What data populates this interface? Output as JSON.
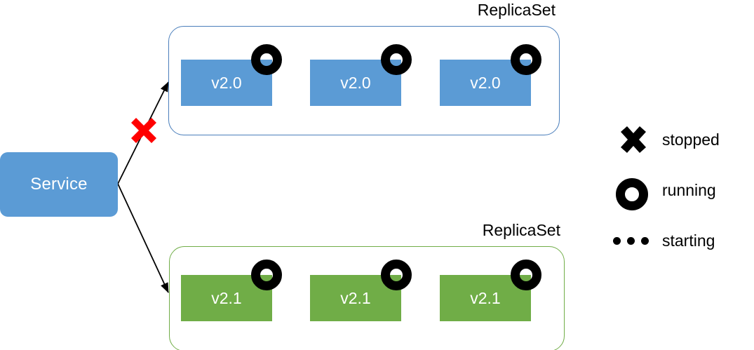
{
  "diagram": {
    "service": {
      "label": "Service"
    },
    "groups": [
      {
        "title": "ReplicaSet",
        "color": "#4a7ebb",
        "pod_color": "#5b9bd5",
        "pods": [
          {
            "label": "v2.0",
            "status": "running"
          },
          {
            "label": "v2.0",
            "status": "running"
          },
          {
            "label": "v2.0",
            "status": "running"
          }
        ]
      },
      {
        "title": "ReplicaSet",
        "color": "#70ad47",
        "pod_color": "#70ad47",
        "pods": [
          {
            "label": "v2.1",
            "status": "running"
          },
          {
            "label": "v2.1",
            "status": "running"
          },
          {
            "label": "v2.1",
            "status": "running"
          }
        ]
      }
    ],
    "connectors": [
      {
        "from": "service",
        "to": "replicaset-top",
        "blocked": true,
        "marker": "red-x"
      },
      {
        "from": "service",
        "to": "replicaset-bottom",
        "blocked": false,
        "marker": "none"
      }
    ],
    "blocked_marker_color": "#ff0000"
  },
  "legend": {
    "items": [
      {
        "icon": "x-mark-icon",
        "label": "stopped"
      },
      {
        "icon": "ring-icon",
        "label": "running"
      },
      {
        "icon": "dots-icon",
        "label": "starting"
      }
    ]
  }
}
